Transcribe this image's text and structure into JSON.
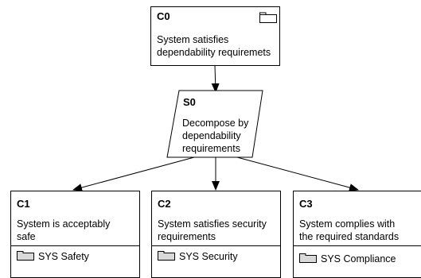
{
  "nodes": {
    "c0": {
      "id": "C0",
      "text_line1": "System satisfies",
      "text_line2": "dependability requiremets",
      "icon": "folder-icon"
    },
    "s0": {
      "id": "S0",
      "text_line1": "Decompose by",
      "text_line2": "dependability",
      "text_line3": "requirements"
    },
    "c1": {
      "id": "C1",
      "text_line1": "System is acceptably",
      "text_line2": "safe",
      "module": "SYS Safety",
      "icon": "folder-icon"
    },
    "c2": {
      "id": "C2",
      "text_line1": "System satisfies security",
      "text_line2": "requirements",
      "module": "SYS Security",
      "icon": "folder-icon"
    },
    "c3": {
      "id": "C3",
      "text_line1": "System complies with",
      "text_line2": "the required standards",
      "module": "SYS Compliance",
      "icon": "folder-icon"
    }
  },
  "colors": {
    "stroke": "#000000",
    "icon_fill": "#d9d9d9"
  }
}
